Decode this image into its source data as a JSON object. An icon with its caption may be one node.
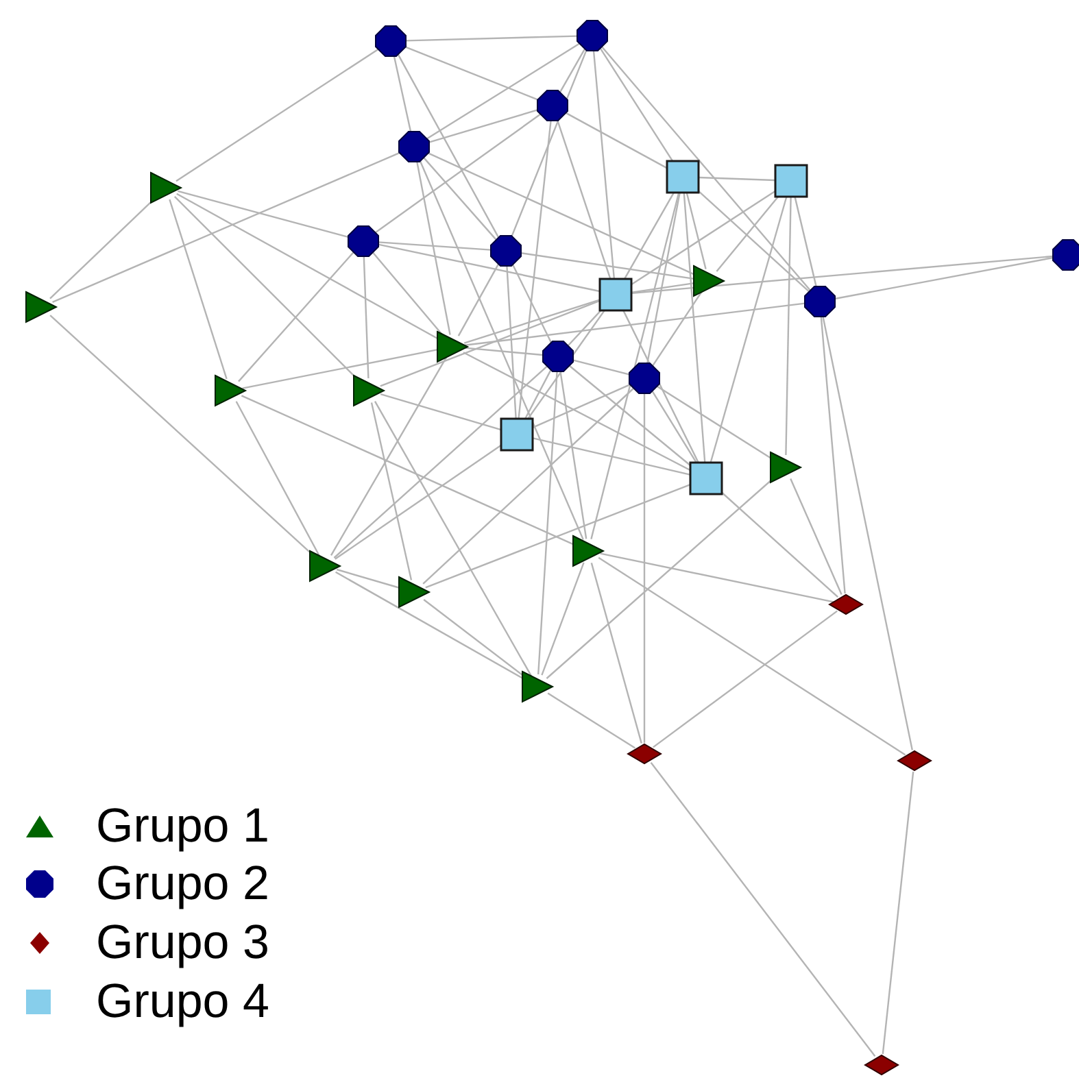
{
  "diagram": {
    "nodes": [
      {
        "text": [],
        "shape": "circle"
      },
      {
        "text": [],
        "shape": "circle"
      },
      {
        "text": [],
        "shape": "circle"
      },
      {
        "text": [],
        "shape": "circle"
      },
      {
        "text": [],
        "shape": "box"
      },
      {
        "text": [],
        "shape": "box"
      },
      {
        "text": [],
        "shape": "triangle"
      },
      {
        "text": [],
        "shape": "circle"
      },
      {
        "text": [],
        "shape": "circle"
      },
      {
        "text": [],
        "shape": "circle"
      },
      {
        "text": [],
        "shape": "triangle"
      },
      {
        "text": [],
        "shape": "box"
      },
      {
        "text": [],
        "shape": "circle"
      },
      {
        "text": [],
        "shape": "triangle"
      },
      {
        "text": [],
        "shape": "triangle"
      },
      {
        "text": [],
        "shape": "circle"
      },
      {
        "text": [],
        "shape": "circle"
      },
      {
        "text": [],
        "shape": "triangle"
      },
      {
        "text": [],
        "shape": "triangle"
      },
      {
        "text": [],
        "shape": "box"
      },
      {
        "text": [],
        "shape": "triangle"
      },
      {
        "text": [],
        "shape": "box"
      },
      {
        "text": [],
        "shape": "triangle"
      },
      {
        "text": [],
        "shape": "triangle"
      },
      {
        "text": [],
        "shape": "triangle"
      },
      {
        "text": [],
        "shape": "diamond"
      },
      {
        "text": [],
        "shape": "triangle"
      },
      {
        "text": [],
        "shape": "diamond"
      },
      {
        "text": [],
        "shape": "diamond"
      },
      {
        "text": [],
        "shape": "diamond"
      }
    ],
    "edges": [
      {
        "from": 1,
        "to": 0,
        "arrow": "none"
      },
      {
        "from": 1,
        "to": 6,
        "arrow": "none"
      },
      {
        "from": 1,
        "to": 3,
        "arrow": "none"
      },
      {
        "from": 1,
        "to": 2,
        "arrow": "none"
      },
      {
        "from": 1,
        "to": 8,
        "arrow": "none"
      },
      {
        "from": 0,
        "to": 2,
        "arrow": "none"
      },
      {
        "from": 0,
        "to": 3,
        "arrow": "none"
      },
      {
        "from": 0,
        "to": 4,
        "arrow": "none"
      },
      {
        "from": 0,
        "to": 12,
        "arrow": "none"
      },
      {
        "from": 0,
        "to": 11,
        "arrow": "none"
      },
      {
        "from": 0,
        "to": 8,
        "arrow": "none"
      },
      {
        "from": 2,
        "to": 3,
        "arrow": "none"
      },
      {
        "from": 2,
        "to": 4,
        "arrow": "none"
      },
      {
        "from": 2,
        "to": 11,
        "arrow": "none"
      },
      {
        "from": 2,
        "to": 19,
        "arrow": "none"
      },
      {
        "from": 2,
        "to": 7,
        "arrow": "none"
      },
      {
        "from": 13,
        "to": 3,
        "arrow": "none"
      },
      {
        "from": 6,
        "to": 13,
        "arrow": "none"
      },
      {
        "from": 6,
        "to": 7,
        "arrow": "none"
      },
      {
        "from": 6,
        "to": 17,
        "arrow": "none"
      },
      {
        "from": 6,
        "to": 14,
        "arrow": "none"
      },
      {
        "from": 6,
        "to": 18,
        "arrow": "none"
      },
      {
        "from": 13,
        "to": 23,
        "arrow": "none"
      },
      {
        "from": 7,
        "to": 8,
        "arrow": "none"
      },
      {
        "from": 7,
        "to": 14,
        "arrow": "none"
      },
      {
        "from": 7,
        "to": 18,
        "arrow": "none"
      },
      {
        "from": 7,
        "to": 17,
        "arrow": "none"
      },
      {
        "from": 7,
        "to": 11,
        "arrow": "none"
      },
      {
        "from": 3,
        "to": 8,
        "arrow": "none"
      },
      {
        "from": 3,
        "to": 14,
        "arrow": "none"
      },
      {
        "from": 3,
        "to": 22,
        "arrow": "none"
      },
      {
        "from": 3,
        "to": 10,
        "arrow": "none"
      },
      {
        "from": 17,
        "to": 14,
        "arrow": "none"
      },
      {
        "from": 17,
        "to": 22,
        "arrow": "none"
      },
      {
        "from": 17,
        "to": 23,
        "arrow": "none"
      },
      {
        "from": 14,
        "to": 12,
        "arrow": "none"
      },
      {
        "from": 18,
        "to": 24,
        "arrow": "none"
      },
      {
        "from": 18,
        "to": 19,
        "arrow": "none"
      },
      {
        "from": 18,
        "to": 11,
        "arrow": "none"
      },
      {
        "from": 19,
        "to": 21,
        "arrow": "none"
      },
      {
        "from": 18,
        "to": 26,
        "arrow": "none"
      },
      {
        "from": 23,
        "to": 24,
        "arrow": "none"
      },
      {
        "from": 23,
        "to": 26,
        "arrow": "none"
      },
      {
        "from": 23,
        "to": 14,
        "arrow": "none"
      },
      {
        "from": 23,
        "to": 19,
        "arrow": "none"
      },
      {
        "from": 23,
        "to": 15,
        "arrow": "none"
      },
      {
        "from": 24,
        "to": 26,
        "arrow": "none"
      },
      {
        "from": 24,
        "to": 16,
        "arrow": "none"
      },
      {
        "from": 24,
        "to": 21,
        "arrow": "none"
      },
      {
        "from": 26,
        "to": 27,
        "arrow": "none"
      },
      {
        "from": 26,
        "to": 22,
        "arrow": "none"
      },
      {
        "from": 26,
        "to": 15,
        "arrow": "none"
      },
      {
        "from": 26,
        "to": 20,
        "arrow": "none"
      },
      {
        "from": 22,
        "to": 25,
        "arrow": "none"
      },
      {
        "from": 22,
        "to": 27,
        "arrow": "none"
      },
      {
        "from": 22,
        "to": 28,
        "arrow": "none"
      },
      {
        "from": 22,
        "to": 4,
        "arrow": "none"
      },
      {
        "from": 22,
        "to": 15,
        "arrow": "none"
      },
      {
        "from": 20,
        "to": 25,
        "arrow": "none"
      },
      {
        "from": 20,
        "to": 5,
        "arrow": "none"
      },
      {
        "from": 20,
        "to": 16,
        "arrow": "none"
      },
      {
        "from": 21,
        "to": 25,
        "arrow": "none"
      },
      {
        "from": 21,
        "to": 15,
        "arrow": "none"
      },
      {
        "from": 21,
        "to": 11,
        "arrow": "none"
      },
      {
        "from": 12,
        "to": 25,
        "arrow": "none"
      },
      {
        "from": 12,
        "to": 28,
        "arrow": "none"
      },
      {
        "from": 12,
        "to": 9,
        "arrow": "none"
      },
      {
        "from": 12,
        "to": 5,
        "arrow": "none"
      },
      {
        "from": 12,
        "to": 4,
        "arrow": "none"
      },
      {
        "from": 9,
        "to": 11,
        "arrow": "none"
      },
      {
        "from": 27,
        "to": 25,
        "arrow": "none"
      },
      {
        "from": 27,
        "to": 29,
        "arrow": "none"
      },
      {
        "from": 28,
        "to": 29,
        "arrow": "none"
      },
      {
        "from": 27,
        "to": 16,
        "arrow": "none"
      },
      {
        "from": 10,
        "to": 4,
        "arrow": "none"
      },
      {
        "from": 10,
        "to": 11,
        "arrow": "none"
      },
      {
        "from": 10,
        "to": 5,
        "arrow": "none"
      },
      {
        "from": 10,
        "to": 16,
        "arrow": "none"
      },
      {
        "from": 10,
        "to": 8,
        "arrow": "none"
      },
      {
        "from": 4,
        "to": 5,
        "arrow": "none"
      },
      {
        "from": 4,
        "to": 11,
        "arrow": "none"
      },
      {
        "from": 4,
        "to": 16,
        "arrow": "none"
      },
      {
        "from": 4,
        "to": 21,
        "arrow": "none"
      },
      {
        "from": 5,
        "to": 11,
        "arrow": "none"
      },
      {
        "from": 5,
        "to": 21,
        "arrow": "none"
      },
      {
        "from": 11,
        "to": 19,
        "arrow": "none"
      },
      {
        "from": 11,
        "to": 15,
        "arrow": "none"
      },
      {
        "from": 11,
        "to": 14,
        "arrow": "none"
      },
      {
        "from": 15,
        "to": 16,
        "arrow": "none"
      },
      {
        "from": 15,
        "to": 8,
        "arrow": "none"
      },
      {
        "from": 15,
        "to": 19,
        "arrow": "none"
      },
      {
        "from": 16,
        "to": 21,
        "arrow": "none"
      },
      {
        "from": 16,
        "to": 19,
        "arrow": "none"
      },
      {
        "from": 8,
        "to": 19,
        "arrow": "none"
      },
      {
        "from": 8,
        "to": 14,
        "arrow": "none"
      },
      {
        "from": 14,
        "to": 15,
        "arrow": "none"
      },
      {
        "from": 14,
        "to": 21,
        "arrow": "none"
      }
    ],
    "legend": [
      {
        "text": "Grupo 1",
        "color": "#006400"
      },
      {
        "text": "Grupo 2",
        "color": "#00008b"
      },
      {
        "text": "Grupo 3",
        "color": "#8b0000"
      },
      {
        "text": "Grupo 4",
        "color": "#87ceeb"
      }
    ]
  }
}
